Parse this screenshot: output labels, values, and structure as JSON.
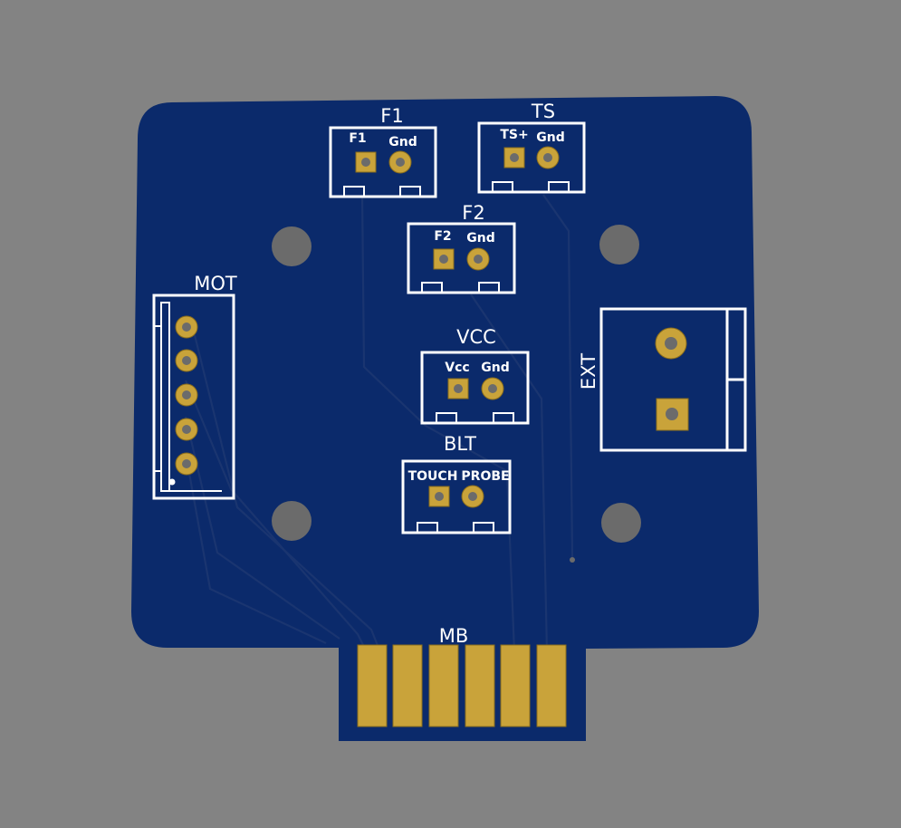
{
  "colors": {
    "background": "#838383",
    "board": "#0b2a6b",
    "silkscreen": "#ffffff",
    "copper_pad": "#c9a33a",
    "drill": "#6b6b6b"
  },
  "connectors": {
    "f1": {
      "ref": "F1",
      "pin1": "F1",
      "pin2": "Gnd"
    },
    "ts": {
      "ref": "TS",
      "pin1": "TS+",
      "pin2": "Gnd"
    },
    "f2": {
      "ref": "F2",
      "pin1": "F2",
      "pin2": "Gnd"
    },
    "vcc": {
      "ref": "VCC",
      "pin1": "Vcc",
      "pin2": "Gnd"
    },
    "blt": {
      "ref": "BLT",
      "pin1": "TOUCH",
      "pin2": "PROBE"
    },
    "mot": {
      "ref": "MOT"
    },
    "ext": {
      "ref": "EXT"
    },
    "mb": {
      "ref": "MB"
    }
  }
}
